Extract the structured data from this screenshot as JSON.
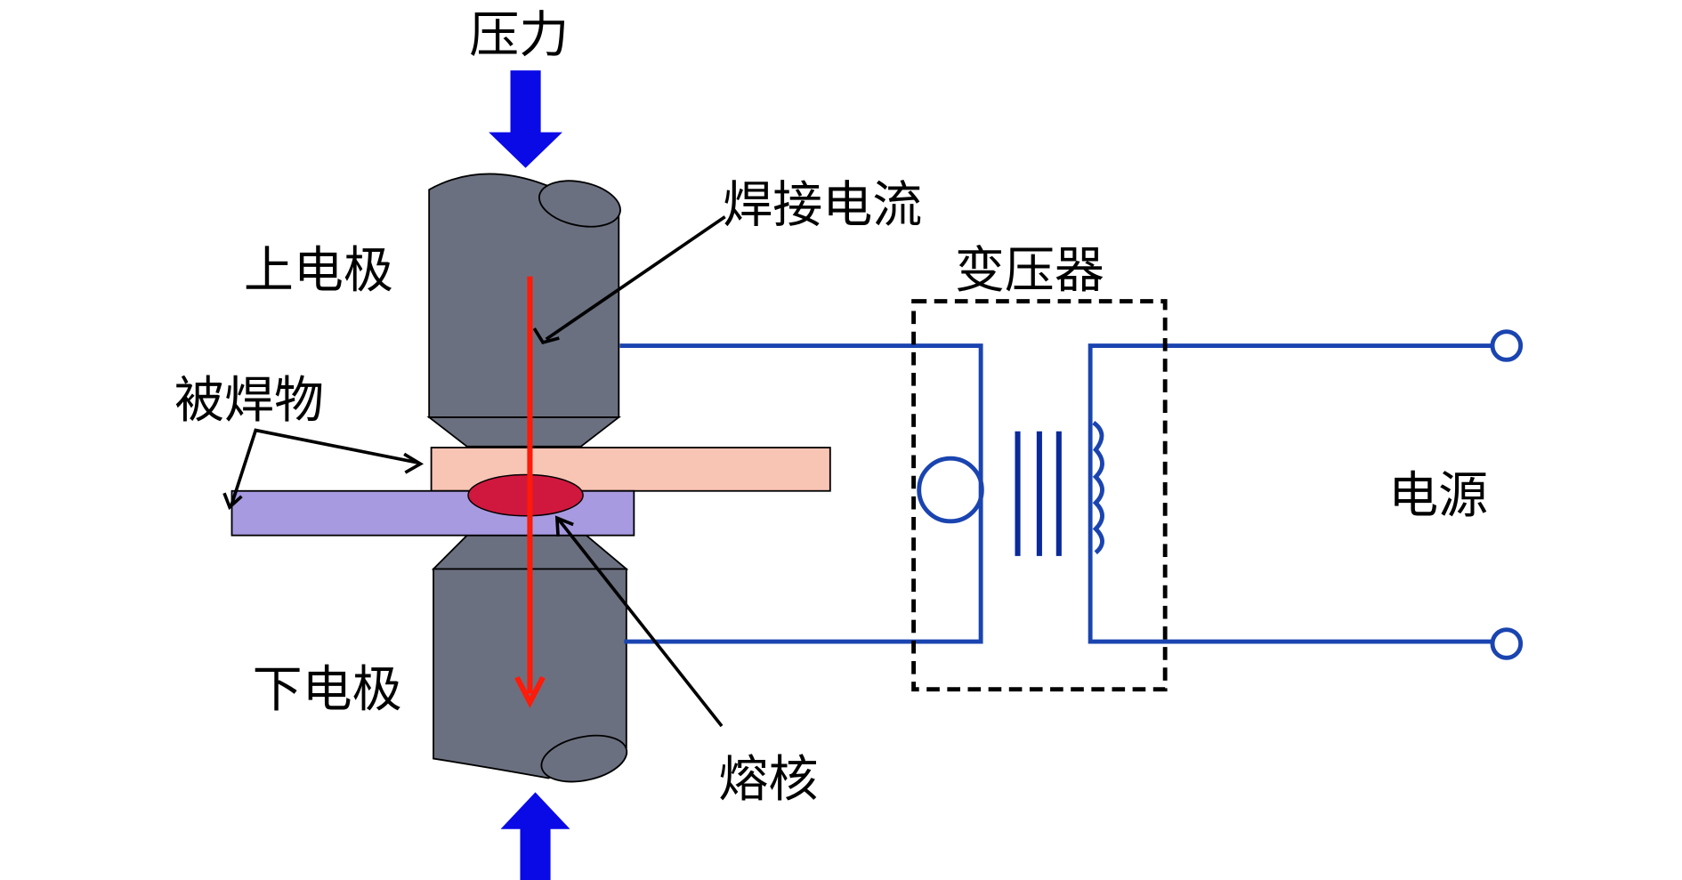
{
  "title": "电阻点焊原理示意图",
  "labels": {
    "pressure": "压力",
    "upper_electrode": "上电极",
    "welding_current": "焊接电流",
    "transformer": "变压器",
    "workpiece": "被焊物",
    "power_source": "电源",
    "lower_electrode": "下电极",
    "nugget": "熔核"
  },
  "colors": {
    "electrode": "#6b7080",
    "upper_sheet": "#f8c4b4",
    "lower_sheet": "#a89ae0",
    "nugget": "#d0183f",
    "current_arrow": "#ff1a0a",
    "force_arrow": "#0a0ae6",
    "wire": "#1a44b0",
    "core": "#0a2a9a"
  }
}
